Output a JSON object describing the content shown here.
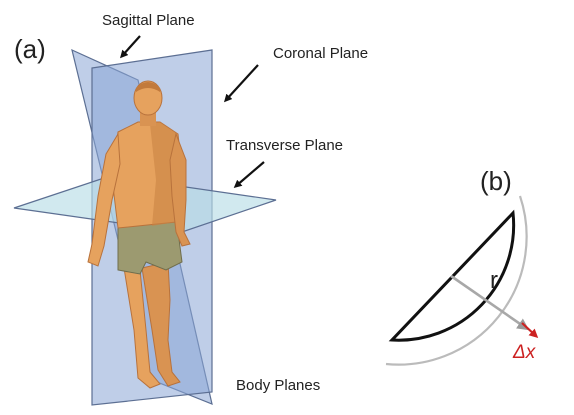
{
  "panel_a": {
    "label": "(a)",
    "sagittal_label": "Sagittal Plane",
    "coronal_label": "Coronal Plane",
    "transverse_label": "Transverse Plane",
    "caption": "Body Planes"
  },
  "panel_b": {
    "label": "(b)",
    "radius_label": "r",
    "delta_label": "Δx"
  },
  "colors": {
    "plane_fill": "#8aa6d6",
    "plane_edge": "#5c6f93",
    "transverse_fill": "#b8dde6",
    "skin": "#e6a25e",
    "skin_shadow": "#b8723c",
    "shorts": "#9c9a70",
    "arc_outer": "#bbbbbb",
    "radius_line": "#aaaaaa",
    "delta_color": "#cc2222"
  }
}
